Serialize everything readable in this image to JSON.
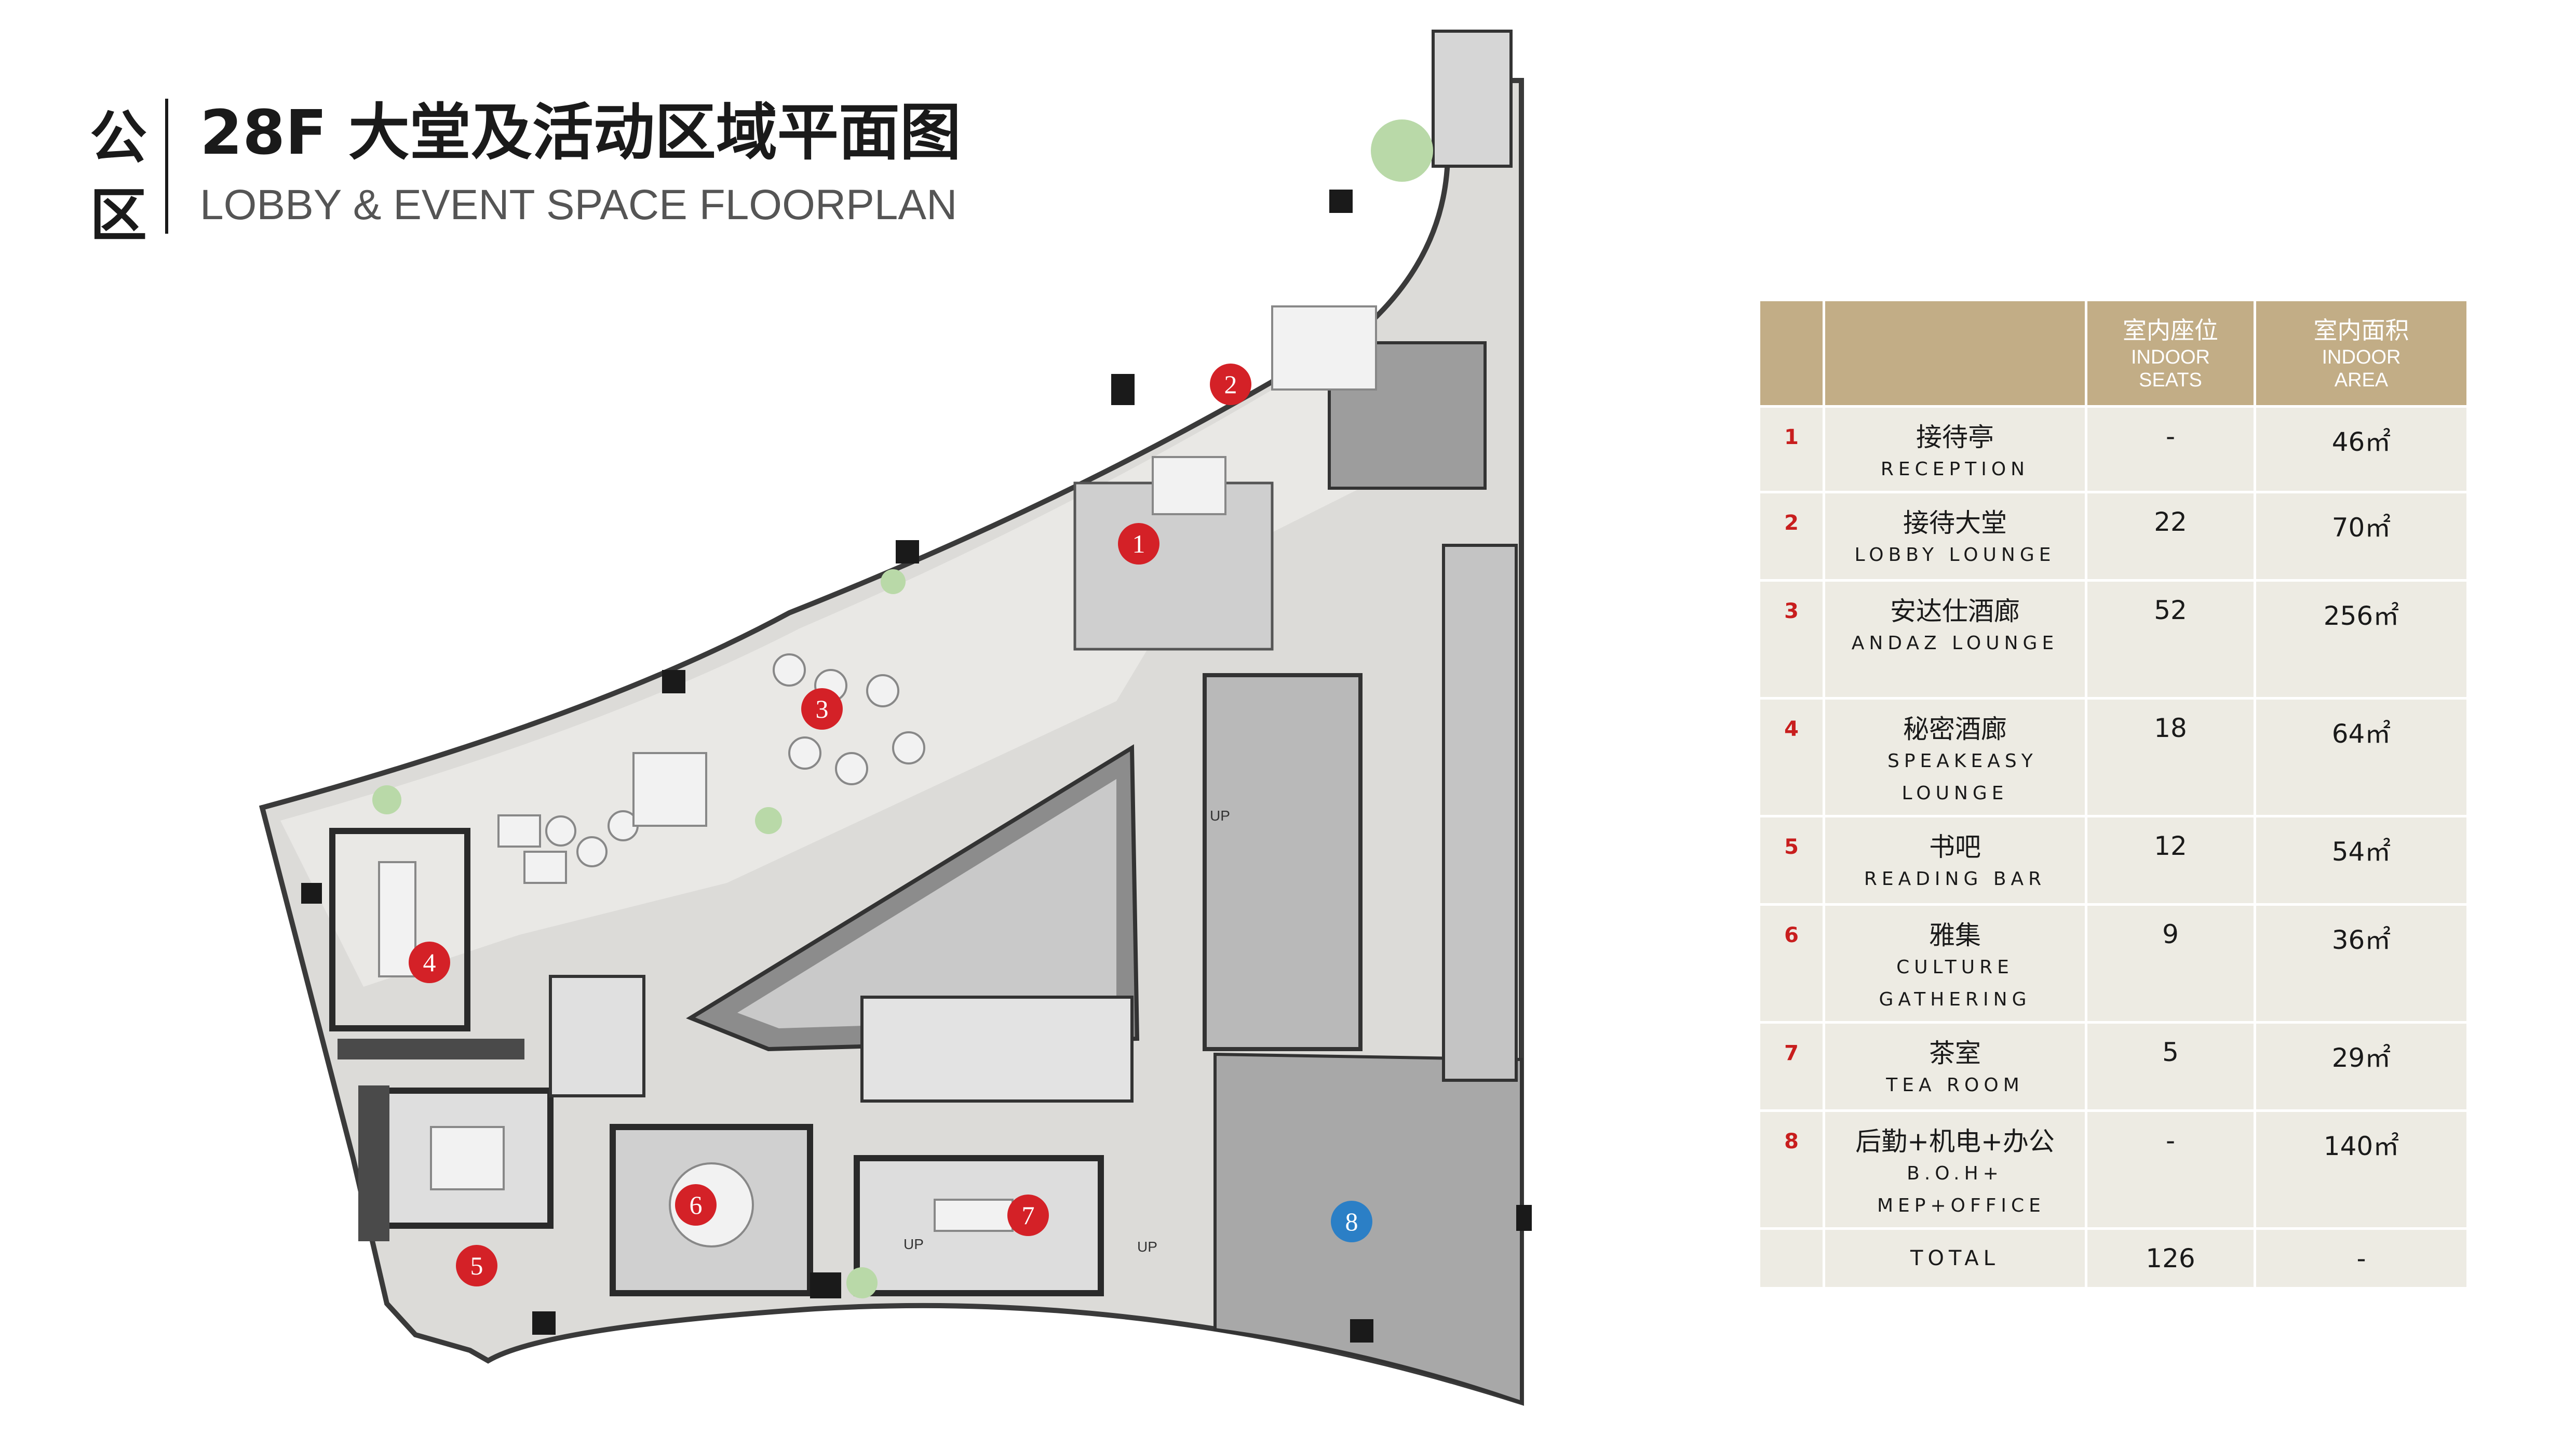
{
  "header": {
    "category": "公区",
    "title": "28F 大堂及活动区域平面图",
    "subtitle": "LOBBY & EVENT SPACE FLOORPLAN"
  },
  "colors": {
    "accent_gold": "#c2ad86",
    "marker_red": "#d42127",
    "marker_blue": "#2b7fc6",
    "cell_bg": "#edebe3"
  },
  "table": {
    "headers": {
      "seats_zh": "室内座位",
      "seats_en": "INDOOR SEATS",
      "area_zh": "室内面积",
      "area_en": "INDOOR AREA"
    },
    "rows": [
      {
        "num": "1",
        "zh": "接待亭",
        "en": "RECEPTION",
        "seats": "-",
        "area": "46㎡"
      },
      {
        "num": "2",
        "zh": "接待大堂",
        "en": "LOBBY LOUNGE",
        "seats": "22",
        "area": "70㎡"
      },
      {
        "num": "3",
        "zh": "安达仕酒廊",
        "en": "ANDAZ LOUNGE",
        "seats": "52",
        "area": "256㎡"
      },
      {
        "num": "4",
        "zh": "秘密酒廊",
        "en": "SPEAKEASY LOUNGE",
        "seats": "18",
        "area": "64㎡"
      },
      {
        "num": "5",
        "zh": "书吧",
        "en": "READING BAR",
        "seats": "12",
        "area": "54㎡"
      },
      {
        "num": "6",
        "zh": "雅集",
        "en": "CULTURE GATHERING",
        "seats": "9",
        "area": "36㎡"
      },
      {
        "num": "7",
        "zh": "茶室",
        "en": "TEA ROOM",
        "seats": "5",
        "area": "29㎡"
      },
      {
        "num": "8",
        "zh": "后勤+机电+办公",
        "en": "B.O.H+ MEP+OFFICE",
        "seats": "-",
        "area": "140㎡"
      }
    ],
    "total": {
      "label": "TOTAL",
      "seats": "126",
      "area": "-"
    }
  },
  "plan": {
    "markers": [
      "1",
      "2",
      "3",
      "4",
      "5",
      "6",
      "7",
      "8"
    ],
    "labels": {
      "up": "UP"
    }
  }
}
